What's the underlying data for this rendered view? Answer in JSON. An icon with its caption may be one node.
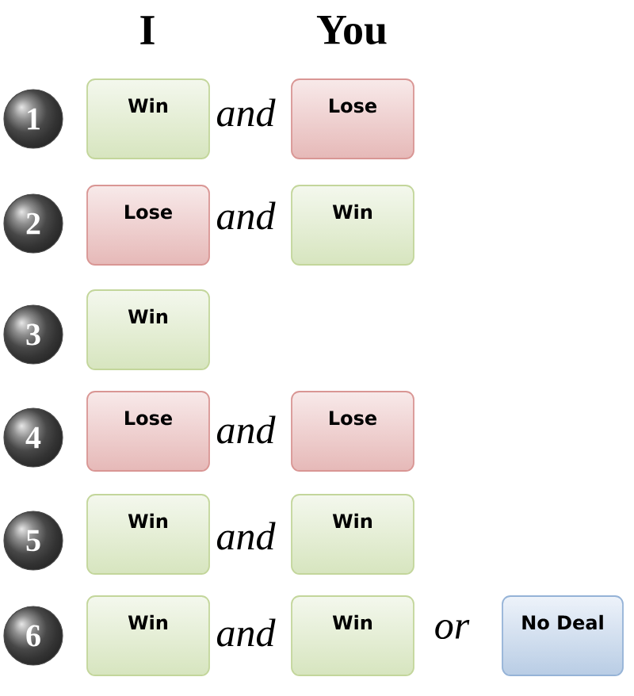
{
  "diagram": {
    "nodes": [
      {
        "text": [
          "1"
        ]
      },
      {
        "text": [
          "Win"
        ]
      },
      {
        "text": [
          "Lose"
        ]
      },
      {
        "text": [
          "2"
        ]
      },
      {
        "text": [
          "Lose"
        ]
      },
      {
        "text": [
          "Win"
        ]
      },
      {
        "text": [
          "3"
        ]
      },
      {
        "text": [
          "Win"
        ]
      },
      {
        "text": [
          "4"
        ]
      },
      {
        "text": [
          "Lose"
        ]
      },
      {
        "text": [
          "Lose"
        ]
      },
      {
        "text": [
          "5"
        ]
      },
      {
        "text": [
          "Win"
        ]
      },
      {
        "text": [
          "Win"
        ]
      },
      {
        "text": [
          "6"
        ]
      },
      {
        "text": [
          "Win"
        ]
      },
      {
        "text": [
          "Win"
        ]
      },
      {
        "text": [
          "No Deal"
        ]
      }
    ],
    "labels": [
      "I",
      "You",
      "and",
      "and",
      "and",
      "and",
      "and",
      "or"
    ]
  }
}
